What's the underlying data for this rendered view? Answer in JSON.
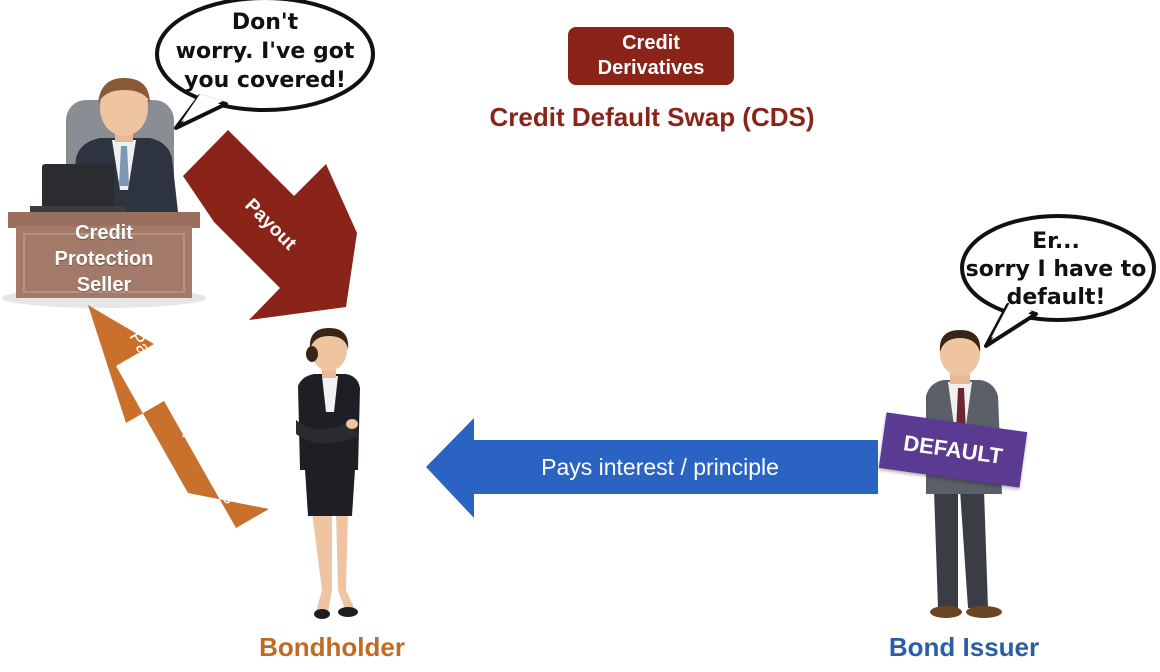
{
  "header": {
    "tag_line1": "Credit",
    "tag_line2": "Derivatives",
    "subtitle": "Credit Default Swap (CDS)"
  },
  "seller": {
    "desk_label_line1": "Credit",
    "desk_label_line2": "Protection",
    "desk_label_line3": "Seller",
    "bubble_line1": "Don't",
    "bubble_line2": "worry. I've got",
    "bubble_line3": "you covered!"
  },
  "arrows": {
    "payout": "Payout",
    "premiums": "Pays regular premiums",
    "interest": "Pays interest / principle"
  },
  "bondholder": {
    "name": "Bondholder"
  },
  "issuer": {
    "name": "Bond Issuer",
    "sign": "DEFAULT",
    "bubble_line1": "Er...",
    "bubble_line2": "sorry I have to",
    "bubble_line3": "default!"
  },
  "colors": {
    "maroon": "#8a2318",
    "orange": "#c06a22",
    "blue": "#2a63c2",
    "purple": "#5b3a91",
    "issuer_name": "#2a5fa8"
  }
}
